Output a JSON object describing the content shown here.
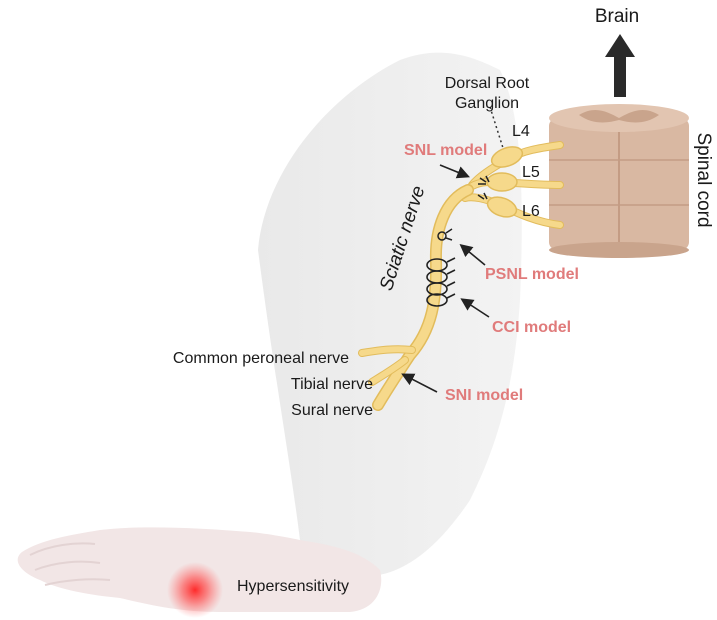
{
  "labels": {
    "brain": "Brain",
    "spinal_cord": "Spinal cord",
    "drg_line1": "Dorsal Root",
    "drg_line2": "Ganglion",
    "l4": "L4",
    "l5": "L5",
    "l6": "L6",
    "sciatic": "Sciatic nerve",
    "common_peroneal": "Common peroneal nerve",
    "tibial": "Tibial nerve",
    "sural": "Sural nerve",
    "hypersensitivity": "Hypersensitivity"
  },
  "models": {
    "snl": "SNL model",
    "psnl": "PSNL model",
    "cci": "CCI model",
    "sni": "SNI model"
  },
  "colors": {
    "model_text": "#e07b7b",
    "nerve": "#f6d98b",
    "nerve_edge": "#e2bc5c",
    "spinal_cord": "#d9b8a2",
    "spinal_cord_dark": "#c9a48c",
    "leg": "#eeeeee",
    "paw": "#f2e4e4",
    "hotspot": "#ff3333",
    "arrow": "#222222"
  },
  "icons": {
    "up_arrow": "up-arrow-icon",
    "ligature": "ligature-icon"
  }
}
